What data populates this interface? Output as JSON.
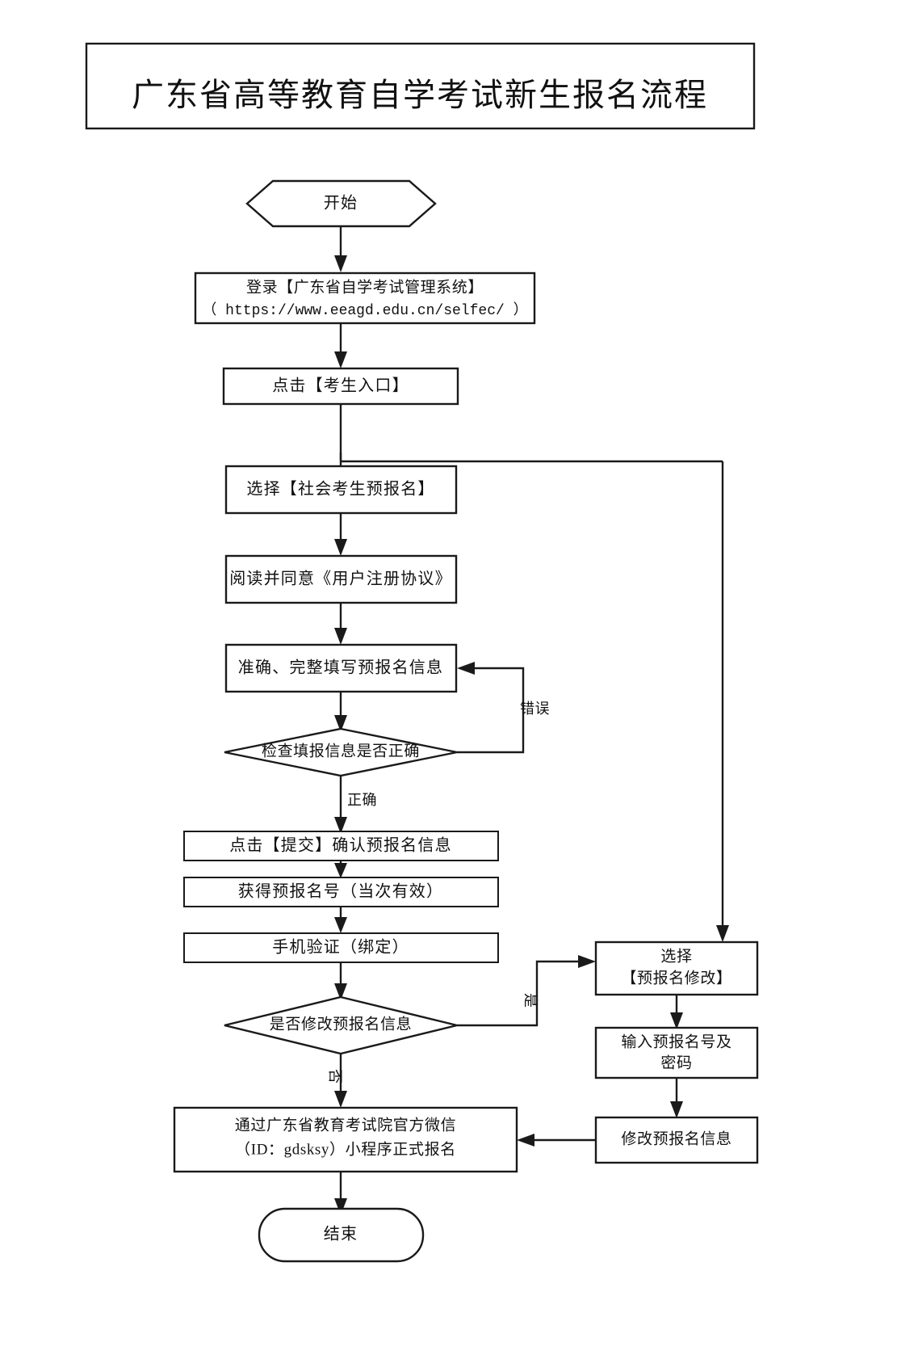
{
  "document": {
    "title_box_label": "广东省高等教育自学考试新生报名流程"
  },
  "flowchart": {
    "type": "flowchart",
    "orientation": "top-to-bottom",
    "nodes": [
      {
        "id": "start",
        "shape": "hexagon",
        "label": "开始"
      },
      {
        "id": "login",
        "shape": "rectangle",
        "label_line1": "登录【广东省自学考试管理系统】",
        "label_line2": "（ https://www.eeagd.edu.cn/selfec/ ）"
      },
      {
        "id": "entry",
        "shape": "rectangle",
        "label": "点击【考生入口】"
      },
      {
        "id": "choose_pre",
        "shape": "rectangle",
        "label": "选择【社会考生预报名】"
      },
      {
        "id": "agreement",
        "shape": "rectangle",
        "label": "阅读并同意《用户注册协议》"
      },
      {
        "id": "fill_info",
        "shape": "rectangle",
        "label": "准确、完整填写预报名信息"
      },
      {
        "id": "check_info",
        "shape": "diamond",
        "label": "检查填报信息是否正确"
      },
      {
        "id": "submit",
        "shape": "rectangle",
        "label": "点击【提交】确认预报名信息"
      },
      {
        "id": "get_number",
        "shape": "rectangle",
        "label": "获得预报名号（当次有效）"
      },
      {
        "id": "phone_verify",
        "shape": "rectangle",
        "label": "手机验证（绑定）"
      },
      {
        "id": "modify_q",
        "shape": "diamond",
        "label": "是否修改预报名信息"
      },
      {
        "id": "wechat",
        "shape": "rectangle",
        "label_line1": "通过广东省教育考试院官方微信",
        "label_line2": "（ID：gdsksy）小程序正式报名"
      },
      {
        "id": "end",
        "shape": "rounded",
        "label": "结束"
      },
      {
        "id": "choose_edit",
        "shape": "rectangle",
        "label_line1": "选择",
        "label_line2": "【预报名修改】"
      },
      {
        "id": "input_creds",
        "shape": "rectangle",
        "label_line1": "输入预报名号及",
        "label_line2": "密码"
      },
      {
        "id": "modify_info",
        "shape": "rectangle",
        "label": "修改预报名信息"
      }
    ],
    "edge_labels": {
      "error": "错误",
      "correct": "正确",
      "yes": "是",
      "no": "否"
    },
    "colors": {
      "stroke": "#1a1a1a",
      "fill": "#ffffff",
      "text": "#111111",
      "background": "#ffffff"
    }
  }
}
